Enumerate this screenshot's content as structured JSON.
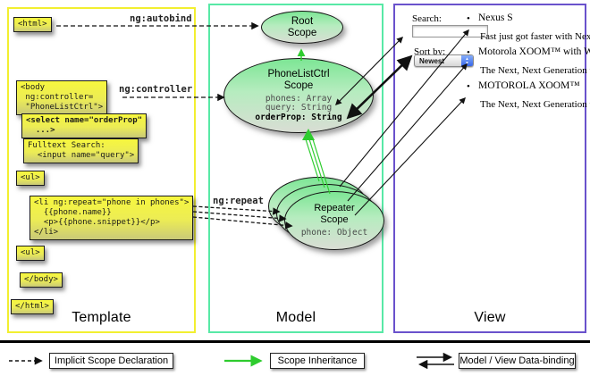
{
  "panels": {
    "template": {
      "label": "Template",
      "boxes": {
        "html_open": "<html>",
        "body_open": "<body\n ng:controller=\n \"PhoneListCtrl\">",
        "select": "<select name=\"orderProp\"\n  ...>",
        "fulltext": "Fulltext Search:\n  <input name=\"query\">",
        "ul_open": "<ul>",
        "li_repeat": "<li ng:repeat=\"phone in phones\">\n  {{phone.name}}\n  <p>{{phone.snippet}}</p>\n</li>",
        "ul_close": "<ul>",
        "body_close": "</body>",
        "html_close": "</html>"
      }
    },
    "model": {
      "label": "Model",
      "root_scope": {
        "title": "Root\nScope"
      },
      "phonelist_scope": {
        "title": "PhoneListCtrl\nScope",
        "props": [
          "phones: Array",
          "query: String",
          "orderProp: String"
        ]
      },
      "repeater_scope": {
        "title": "Repeater\nScope",
        "prop": "phone: Object"
      }
    },
    "view": {
      "label": "View",
      "search_label": "Search:",
      "search_value": "",
      "sort_label": "Sort by:",
      "sort_value": "Newest",
      "bullet": "•",
      "items": [
        {
          "title": "Nexus S",
          "desc": "Fast just got faster with Nexus S."
        },
        {
          "title": "Motorola XOOM™ with Wi-Fi",
          "desc": "The Next, Next Generation tablet."
        },
        {
          "title": "MOTOROLA XOOM™",
          "desc": "The Next, Next Generation tablet."
        }
      ]
    }
  },
  "connectors": {
    "autobind": "ng:autobind",
    "controller": "ng:controller",
    "repeat": "ng:repeat"
  },
  "legend": {
    "implicit": "Implicit Scope Declaration",
    "inheritance": "Scope Inheritance",
    "databinding": "Model / View Data-binding"
  },
  "icons": {
    "stepper_up": "▲",
    "stepper_down": "▼"
  },
  "colors": {
    "template_border": "#f2ef30",
    "model_border": "#58e9a6",
    "view_border": "#6a52cc",
    "code_box_fill_top": "#f7f73e",
    "code_box_fill_bottom": "#c9c978",
    "scope_fill_top": "#7de695",
    "scope_fill_bottom": "#d9ddd4",
    "inheritance_arrow": "#2ecc2e",
    "arrow_black": "#111111"
  }
}
